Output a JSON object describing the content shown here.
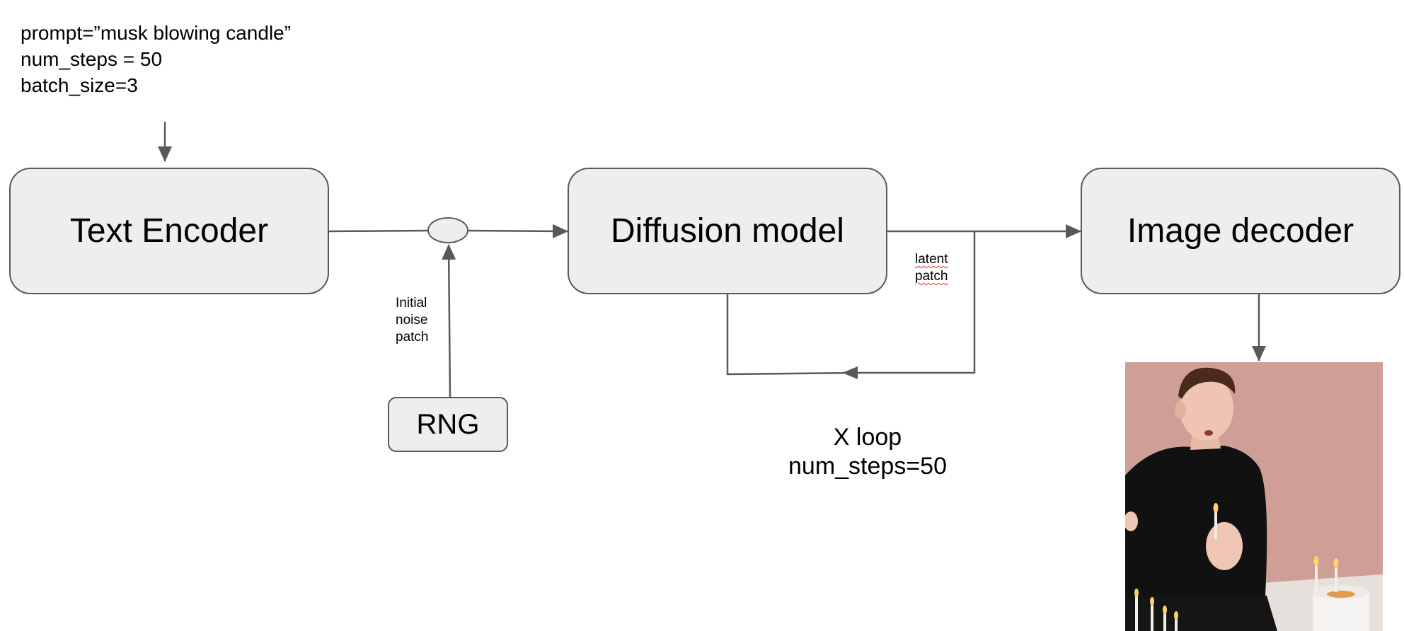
{
  "parameters": {
    "prompt": "prompt=”musk blowing candle”",
    "num_steps": "num_steps = 50",
    "batch_size": "batch_size=3"
  },
  "nodes": {
    "text_encoder": "Text Encoder",
    "diffusion_model": "Diffusion model",
    "image_decoder": "Image decoder",
    "rng": "RNG"
  },
  "labels": {
    "noise_line1": "Initial",
    "noise_line2": "noise",
    "noise_line3": "patch",
    "latent_line1": "latent",
    "latent_line2": "patch",
    "loop_line1": "X loop",
    "loop_line2": "num_steps=50"
  },
  "colors": {
    "box_fill": "#eeeeee",
    "box_stroke": "#595959",
    "arrow": "#595959"
  },
  "output_image": {
    "icon": "generated-photo-person-blowing-candles"
  }
}
